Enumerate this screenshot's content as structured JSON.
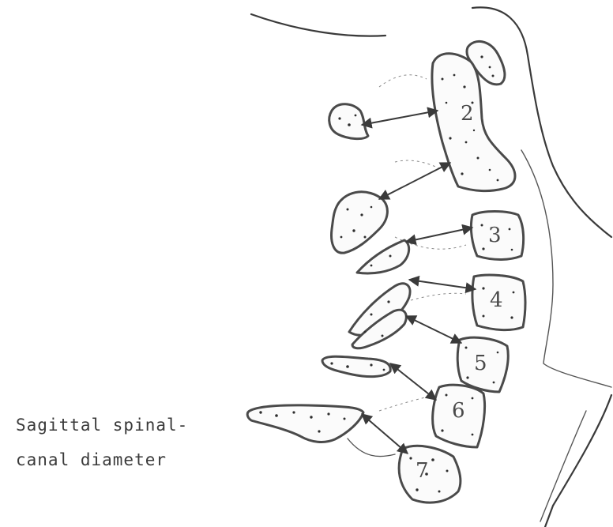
{
  "diagram": {
    "vertebra_numbers": [
      "2",
      "3",
      "4",
      "5",
      "6",
      "7"
    ],
    "label_line1": "Sagittal spinal-",
    "label_line2": "canal diameter"
  }
}
